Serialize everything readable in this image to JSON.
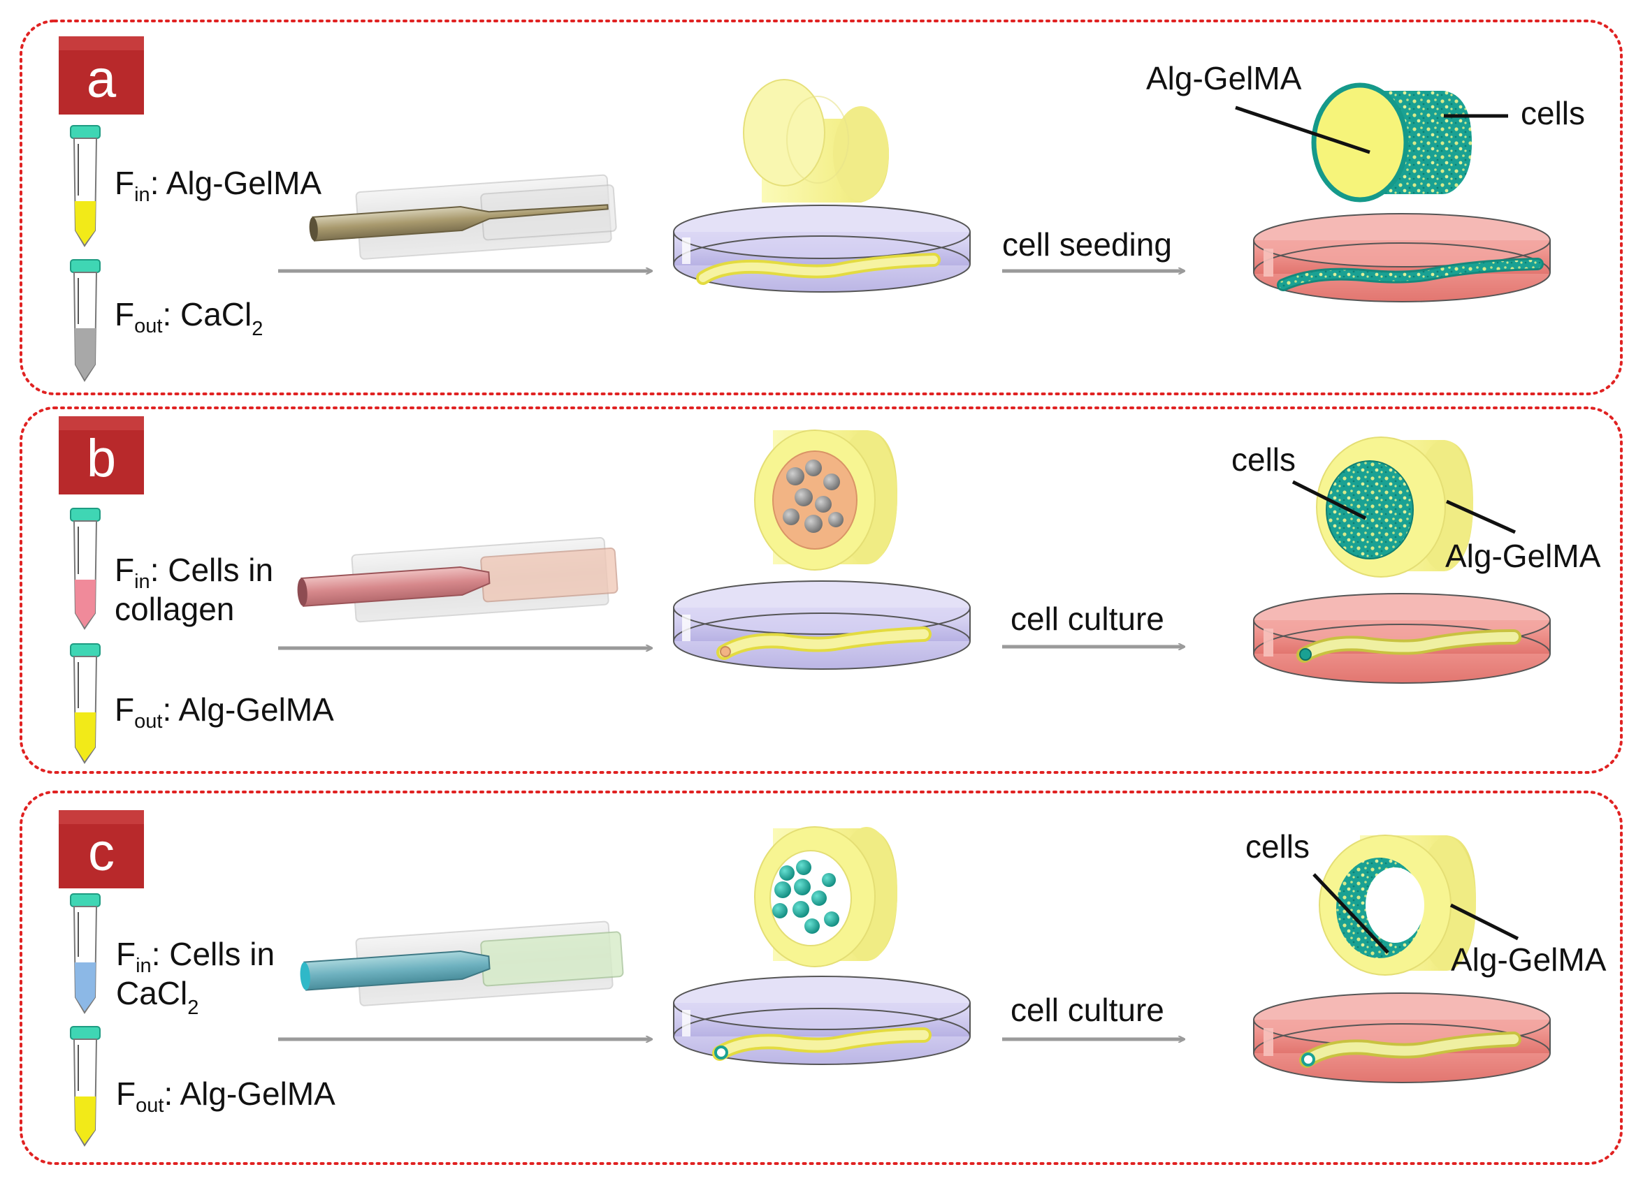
{
  "panels": [
    {
      "letter": "a",
      "inner_fluid": {
        "symbol": "F",
        "subscript": "in",
        "label": ": Alg-GelMA"
      },
      "outer_fluid": {
        "symbol": "F",
        "subscript": "out",
        "label": ": CaCl",
        "label_subscript": "2"
      },
      "process_label": "cell seeding",
      "result_labels": [
        "Alg-GelMA",
        "cells"
      ]
    },
    {
      "letter": "b",
      "inner_fluid": {
        "symbol": "F",
        "subscript": "in",
        "label": ": Cells in",
        "label_line2": "collagen"
      },
      "outer_fluid": {
        "symbol": "F",
        "subscript": "out",
        "label": ": Alg-GelMA"
      },
      "process_label": "cell culture",
      "result_labels": [
        "cells",
        "Alg-GelMA"
      ]
    },
    {
      "letter": "c",
      "inner_fluid": {
        "symbol": "F",
        "subscript": "in",
        "label": ": Cells in",
        "label_line2": "CaCl",
        "label_line2_subscript": "2"
      },
      "outer_fluid": {
        "symbol": "F",
        "subscript": "out",
        "label": ": Alg-GelMA"
      },
      "process_label": "cell culture",
      "result_labels": [
        "cells",
        "Alg-GelMA"
      ]
    }
  ],
  "colors": {
    "panel_border": "#e02222",
    "letter_box": "#b8292b",
    "tube_cap": "#3fd6b4",
    "fluid_yellow": "#f2ea18",
    "fluid_grey": "#a8a8a8",
    "fluid_pink": "#f08a9a",
    "fluid_blue": "#8cb8e6",
    "hydrogel_yellow": "#f6f49a",
    "cell_teal": "#1fa89a",
    "collagen_orange": "#f2b484",
    "cell_grey": "#8a8a8a",
    "medium_lavender": "#c6c2ec",
    "medium_pink": "#ee8b86",
    "arrow_grey": "#9a9a9a"
  }
}
